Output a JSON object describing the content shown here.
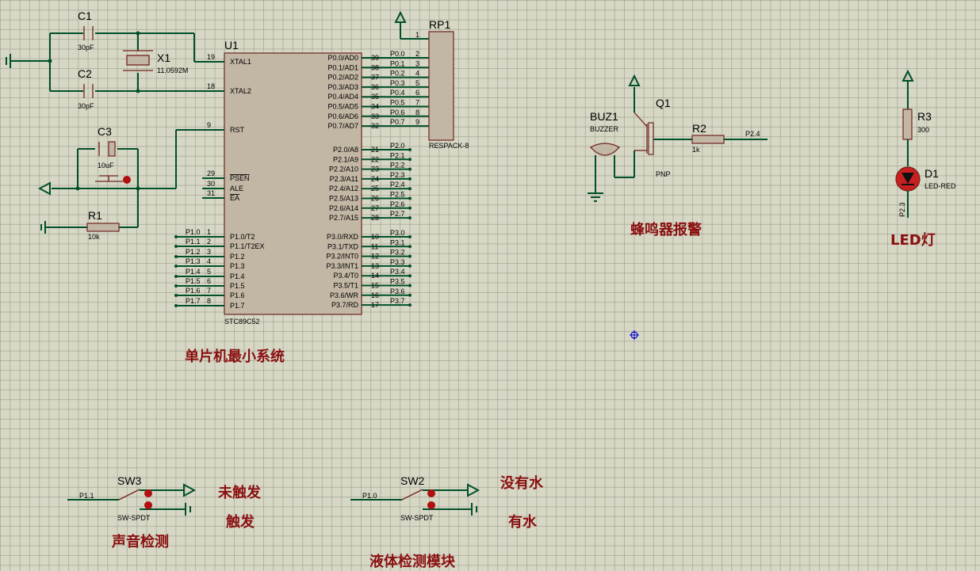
{
  "u1": {
    "ref": "U1",
    "part": "STC89C52",
    "left_pins": [
      {
        "num": "19",
        "name": "XTAL1"
      },
      {
        "num": "18",
        "name": "XTAL2"
      },
      {
        "num": "9",
        "name": "RST"
      },
      {
        "num": "29",
        "name": "PSEN"
      },
      {
        "num": "30",
        "name": "ALE"
      },
      {
        "num": "31",
        "name": "EA"
      },
      {
        "num": "1",
        "name": "P1.0/T2"
      },
      {
        "num": "2",
        "name": "P1.1/T2EX"
      },
      {
        "num": "3",
        "name": "P1.2"
      },
      {
        "num": "4",
        "name": "P1.3"
      },
      {
        "num": "5",
        "name": "P1.4"
      },
      {
        "num": "6",
        "name": "P1.5"
      },
      {
        "num": "7",
        "name": "P1.6"
      },
      {
        "num": "8",
        "name": "P1.7"
      }
    ],
    "left_nets": [
      "P1.0",
      "P1.1",
      "P1.2",
      "P1.3",
      "P1.4",
      "P1.5",
      "P1.6",
      "P1.7"
    ],
    "right_pins": [
      {
        "num": "39",
        "name": "P0.0/AD0",
        "net": "P0.0"
      },
      {
        "num": "38",
        "name": "P0.1/AD1",
        "net": "P0.1"
      },
      {
        "num": "37",
        "name": "P0.2/AD2",
        "net": "P0.2"
      },
      {
        "num": "36",
        "name": "P0.3/AD3",
        "net": "P0.3"
      },
      {
        "num": "35",
        "name": "P0.4/AD4",
        "net": "P0.4"
      },
      {
        "num": "34",
        "name": "P0.5/AD5",
        "net": "P0.5"
      },
      {
        "num": "33",
        "name": "P0.6/AD6",
        "net": "P0.6"
      },
      {
        "num": "32",
        "name": "P0.7/AD7",
        "net": "P0.7"
      },
      {
        "num": "21",
        "name": "P2.0/A8",
        "net": "P2.0"
      },
      {
        "num": "22",
        "name": "P2.1/A9",
        "net": "P2.1"
      },
      {
        "num": "23",
        "name": "P2.2/A10",
        "net": "P2.2"
      },
      {
        "num": "24",
        "name": "P2.3/A11",
        "net": "P2.3"
      },
      {
        "num": "25",
        "name": "P2.4/A12",
        "net": "P2.4"
      },
      {
        "num": "26",
        "name": "P2.5/A13",
        "net": "P2.5"
      },
      {
        "num": "27",
        "name": "P2.6/A14",
        "net": "P2.6"
      },
      {
        "num": "28",
        "name": "P2.7/A15",
        "net": "P2.7"
      },
      {
        "num": "10",
        "name": "P3.0/RXD",
        "net": "P3.0"
      },
      {
        "num": "11",
        "name": "P3.1/TXD",
        "net": "P3.1"
      },
      {
        "num": "12",
        "name": "P3.2/INT0",
        "net": "P3.2"
      },
      {
        "num": "13",
        "name": "P3.3/INT1",
        "net": "P3.3"
      },
      {
        "num": "14",
        "name": "P3.4/T0",
        "net": "P3.4"
      },
      {
        "num": "15",
        "name": "P3.5/T1",
        "net": "P3.5"
      },
      {
        "num": "16",
        "name": "P3.6/WR",
        "net": "P3.6"
      },
      {
        "num": "17",
        "name": "P3.7/RD",
        "net": "P3.7"
      }
    ]
  },
  "rp1": {
    "ref": "RP1",
    "part": "RESPACK-8",
    "pins": [
      "1",
      "2",
      "3",
      "4",
      "5",
      "6",
      "7",
      "8",
      "9"
    ]
  },
  "c1": {
    "ref": "C1",
    "value": "30pF"
  },
  "c2": {
    "ref": "C2",
    "value": "30pF"
  },
  "c3": {
    "ref": "C3",
    "value": "10uF"
  },
  "x1": {
    "ref": "X1",
    "value": "11.0592M"
  },
  "r1": {
    "ref": "R1",
    "value": "10k"
  },
  "buz1": {
    "ref": "BUZ1",
    "part": "BUZZER"
  },
  "q1": {
    "ref": "Q1",
    "part": "PNP"
  },
  "r2": {
    "ref": "R2",
    "value": "1k",
    "net": "P2.4"
  },
  "r3": {
    "ref": "R3",
    "value": "300"
  },
  "d1": {
    "ref": "D1",
    "part": "LED-RED",
    "net": "P2.3"
  },
  "sw3": {
    "ref": "SW3",
    "part": "SW-SPDT",
    "net": "P1.1"
  },
  "sw2": {
    "ref": "SW2",
    "part": "SW-SPDT",
    "net": "P1.0"
  },
  "notes": {
    "mcu": "单片机最小系统",
    "buzzer": "蜂鸣器报警",
    "led": "LED灯",
    "untriggered": "未触发",
    "triggered": "触发",
    "sound": "声音检测",
    "no_water": "没有水",
    "water": "有水",
    "liquid": "液体检测模块"
  },
  "colors": {
    "wire": "#00502a",
    "body": "#c2b6a4",
    "outline": "#70231e",
    "note": "#8a1010",
    "grid": "#d7d7c6"
  }
}
